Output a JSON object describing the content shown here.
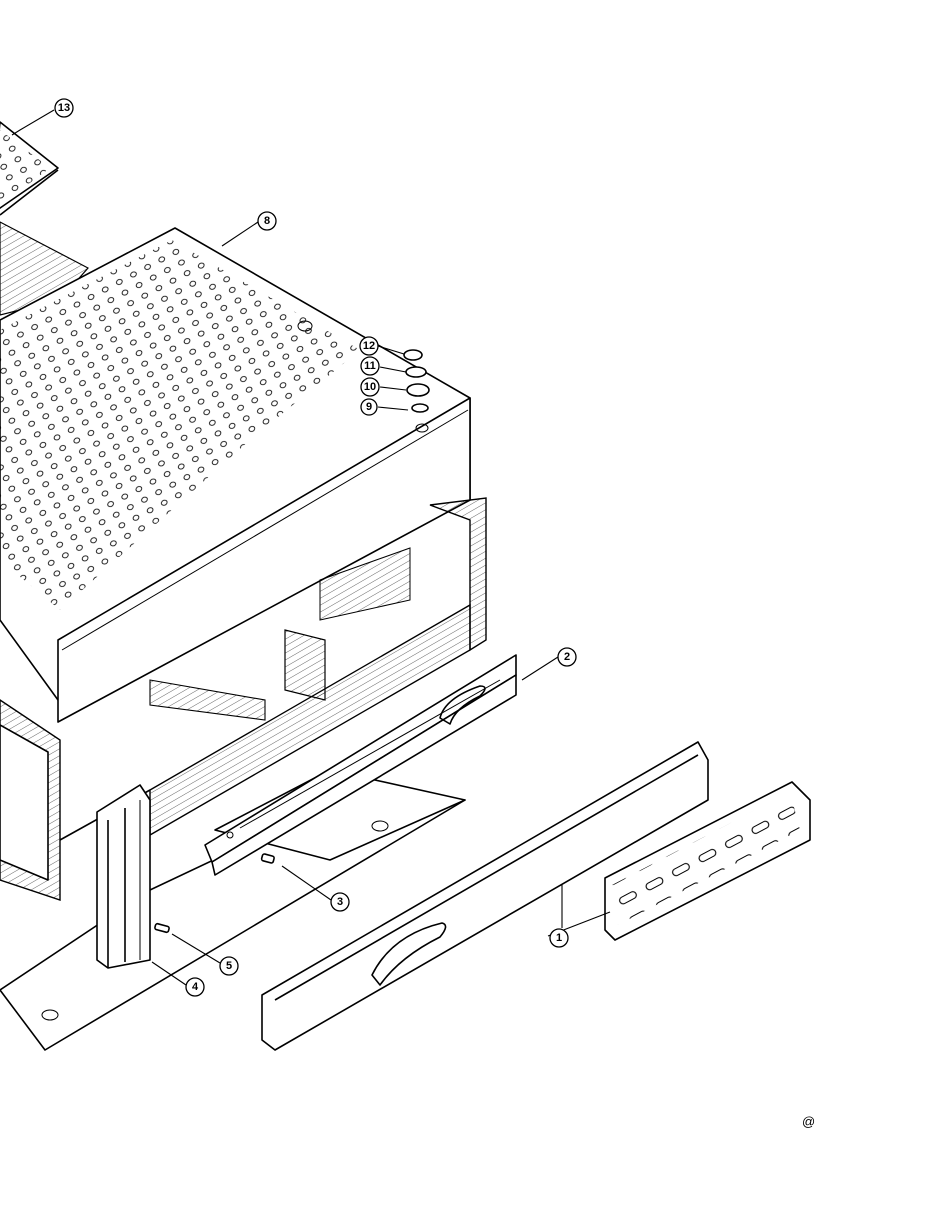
{
  "callouts": [
    {
      "id": "13",
      "label": "13"
    },
    {
      "id": "8",
      "label": "8"
    },
    {
      "id": "12",
      "label": "12"
    },
    {
      "id": "11",
      "label": "11"
    },
    {
      "id": "10",
      "label": "10"
    },
    {
      "id": "9",
      "label": "9"
    },
    {
      "id": "2",
      "label": "2"
    },
    {
      "id": "3",
      "label": "3"
    },
    {
      "id": "1",
      "label": "1"
    },
    {
      "id": "5",
      "label": "5"
    },
    {
      "id": "4",
      "label": "4"
    }
  ],
  "corner_mark": "@"
}
